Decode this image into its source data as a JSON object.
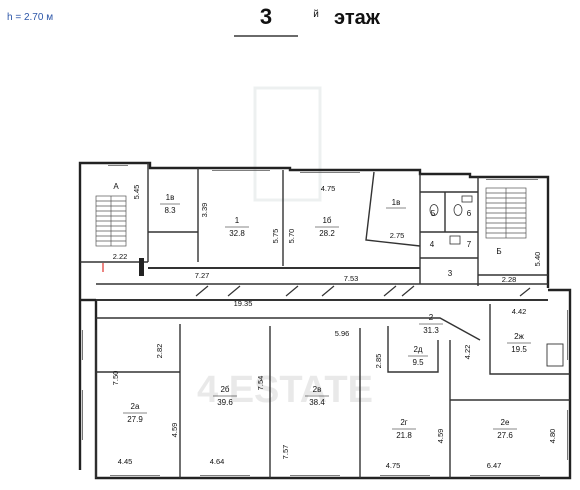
{
  "header": {
    "height_note": "h = 2.70 м",
    "floor_number": "3",
    "floor_suffix": "й",
    "floor_word": "этаж"
  },
  "watermark": {
    "text": "4 ESTATE"
  },
  "rooms": [
    {
      "id": "A",
      "number": "А",
      "area": ""
    },
    {
      "id": "1v",
      "number": "1в",
      "area": "8.3"
    },
    {
      "id": "1",
      "number": "1",
      "area": "32.8"
    },
    {
      "id": "1b",
      "number": "1б",
      "area": "28.2"
    },
    {
      "id": "1v2",
      "number": "1в",
      "area": ""
    },
    {
      "id": "5",
      "number": "5",
      "area": ""
    },
    {
      "id": "6",
      "number": "6",
      "area": ""
    },
    {
      "id": "4",
      "number": "4",
      "area": ""
    },
    {
      "id": "7",
      "number": "7",
      "area": ""
    },
    {
      "id": "3",
      "number": "3",
      "area": ""
    },
    {
      "id": "B",
      "number": "Б",
      "area": ""
    },
    {
      "id": "2",
      "number": "2",
      "area": "31.3"
    },
    {
      "id": "2zh",
      "number": "2ж",
      "area": "19.5"
    },
    {
      "id": "2d",
      "number": "2д",
      "area": "9.5"
    },
    {
      "id": "2a",
      "number": "2а",
      "area": "27.9"
    },
    {
      "id": "2b",
      "number": "2б",
      "area": "39.6"
    },
    {
      "id": "2v",
      "number": "2в",
      "area": "38.4"
    },
    {
      "id": "2g",
      "number": "2г",
      "area": "21.8"
    },
    {
      "id": "2e",
      "number": "2е",
      "area": "27.6"
    }
  ],
  "dimensions": {
    "d545": "5.45",
    "d339": "3.39",
    "d575": "5.75",
    "d570": "5.70",
    "d475a": "4.75",
    "d275": "2.75",
    "d540": "5.40",
    "d222": "2.22",
    "d727": "7.27",
    "d753": "7.53",
    "d228": "2.28",
    "d1935": "19.35",
    "d442": "4.42",
    "d596": "5.96",
    "d282": "2.82",
    "d750": "7.50",
    "d754": "7.54",
    "d285": "2.85",
    "d422": "4.22",
    "d459a": "4.59",
    "d757": "7.57",
    "d459b": "4.59",
    "d480": "4.80",
    "d445": "4.45",
    "d464": "4.64",
    "d475b": "4.75",
    "d647": "6.47"
  }
}
